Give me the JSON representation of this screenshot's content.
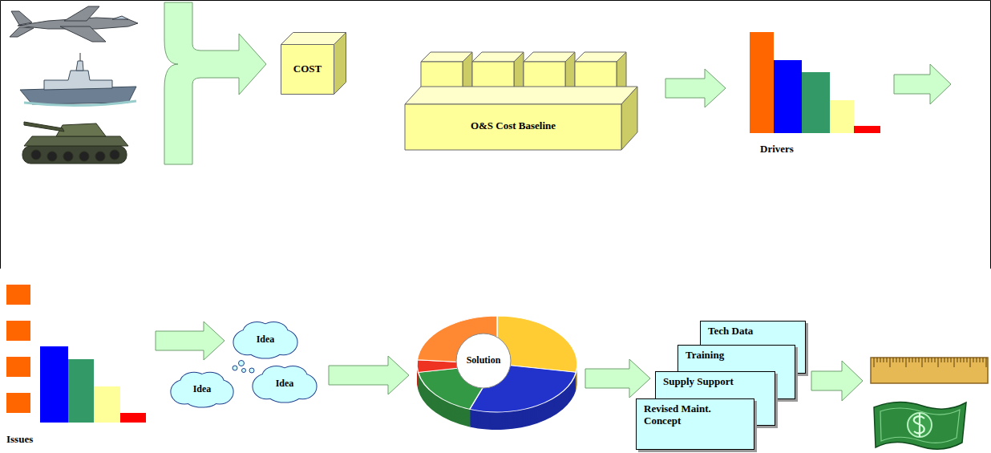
{
  "diagram": {
    "nodes": [
      {
        "text": [
          "COST"
        ]
      },
      {
        "text": [
          "O&S Cost Baseline"
        ]
      },
      {
        "text": [
          "Drivers"
        ]
      },
      {
        "text": [
          "Issues"
        ]
      },
      {
        "text": [
          "Idea"
        ]
      },
      {
        "text": [
          "Idea"
        ]
      },
      {
        "text": [
          "Idea"
        ]
      },
      {
        "text": [
          "Solution"
        ]
      },
      {
        "text": [
          "Tech Data"
        ]
      },
      {
        "text": [
          "Training"
        ]
      },
      {
        "text": [
          "Supply Support"
        ]
      },
      {
        "text": [
          "Revised Maint. Concept"
        ]
      }
    ],
    "edges": [
      {
        "from": 1,
        "to": 2,
        "arrow": "to"
      },
      {
        "from": 3,
        "to": 4,
        "arrow": "to"
      },
      {
        "from": 6,
        "to": 7,
        "arrow": "to"
      },
      {
        "from": 7,
        "to": 10,
        "arrow": "to"
      }
    ]
  }
}
